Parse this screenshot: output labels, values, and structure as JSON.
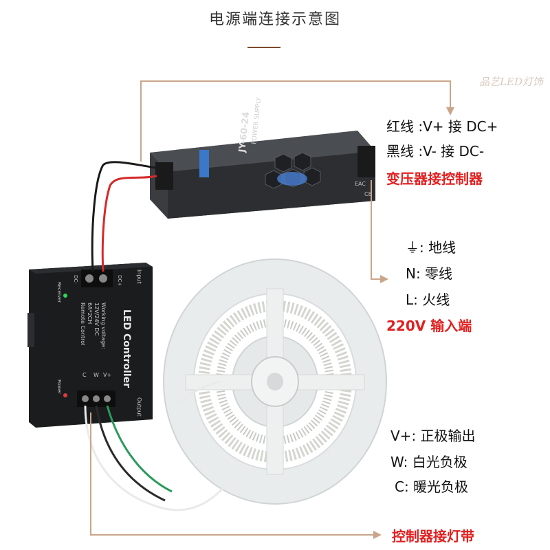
{
  "title": "电源端连接示意图",
  "watermark": "品艺LED灯饰",
  "power_supply": {
    "model": "JY-60-24",
    "header": "POWER SUPPLY",
    "badges": [
      "CE",
      "EAC"
    ]
  },
  "power_notes": {
    "red_wire": "红线 :V+ 接 DC+",
    "black_wire": "黑线 :V- 接 DC-",
    "caption": "变压器接控制器"
  },
  "input_notes": {
    "ground": "⏚: 地线",
    "neutral": "N: 零线",
    "live": "L: 火线",
    "caption": "220V 输入端"
  },
  "controller": {
    "name": "LED Controller",
    "spec1": "Working voltage:",
    "spec2": "12V/24V DC",
    "spec3": "6A*2CH",
    "spec4": "Remote Control",
    "input_label": "Input",
    "output_label": "Output",
    "receiver_label": "Receiver",
    "power_label": "Power",
    "dc_minus": "DC-",
    "dc_plus": "DC+",
    "pin_c": "C",
    "pin_w": "W",
    "pin_v": "V+"
  },
  "output_notes": {
    "v_plus": "V+: 正极输出",
    "w": "W: 白光负极",
    "c": "C: 暖光负极",
    "caption": "控制器接灯带"
  },
  "colors": {
    "leader_line": "#c9a58a",
    "caption_red": "#e02020",
    "title_rule": "#7a4a2c"
  }
}
